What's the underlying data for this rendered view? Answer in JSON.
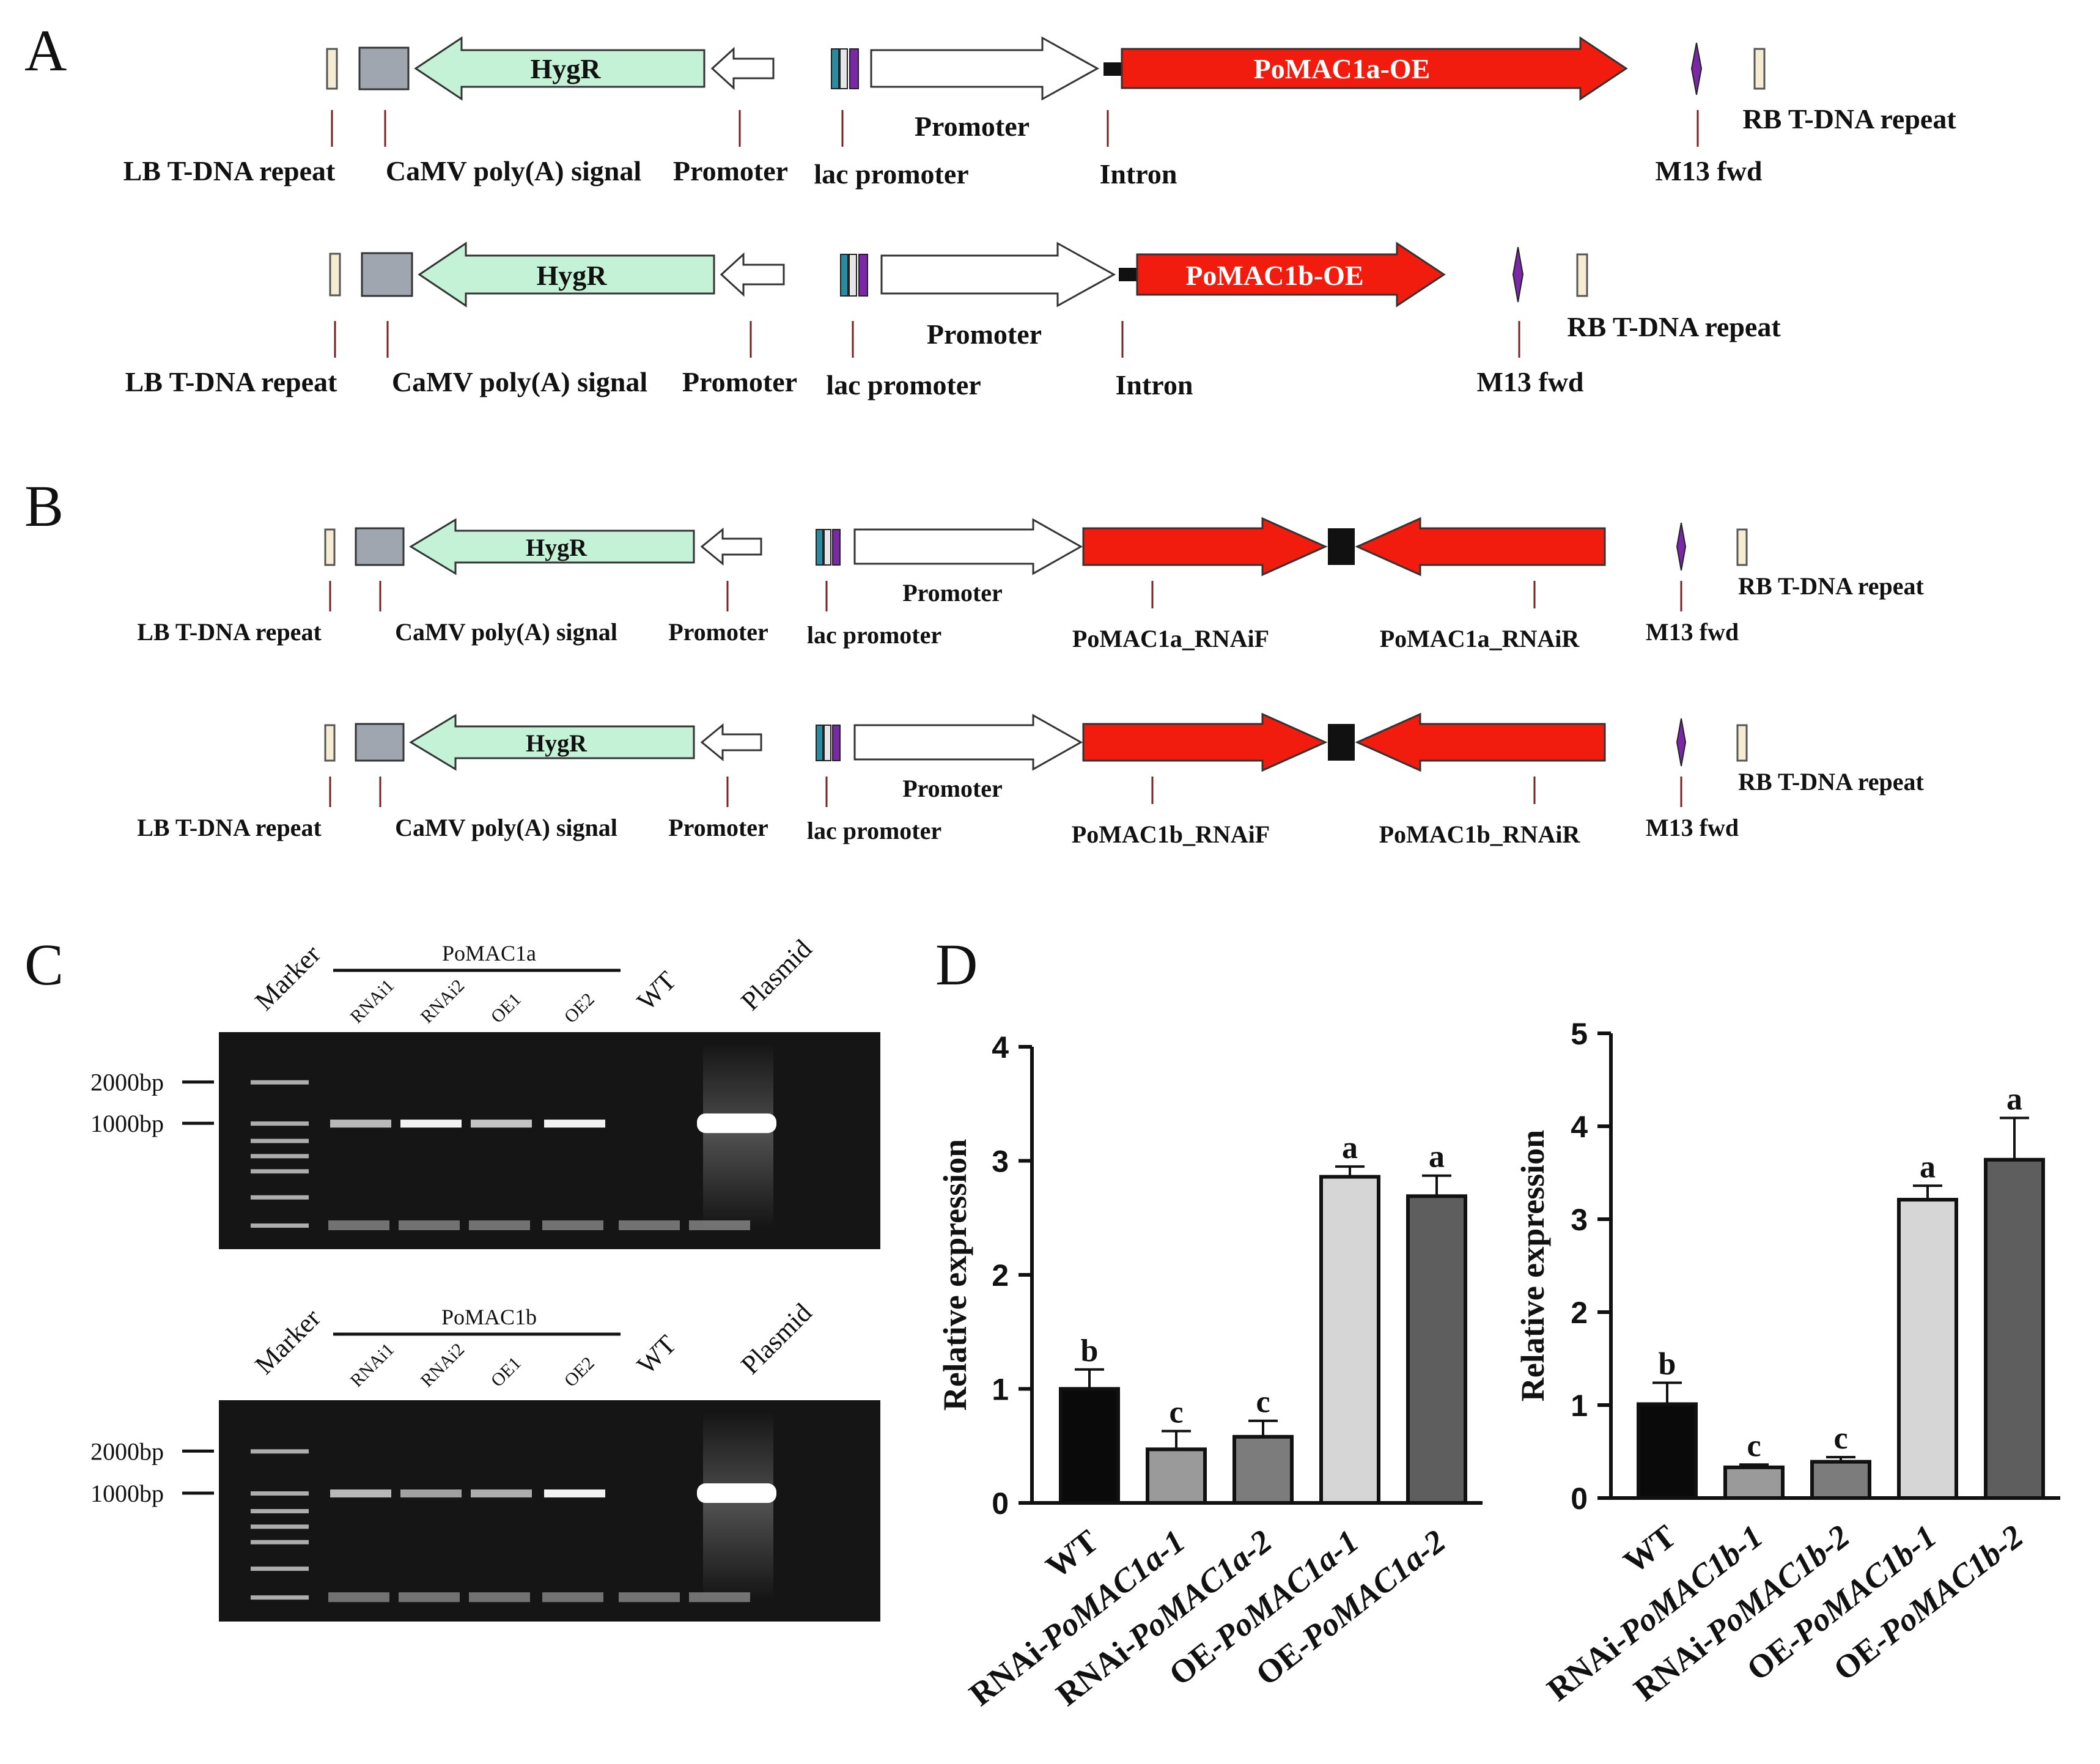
{
  "panels": {
    "A": "A",
    "B": "B",
    "C": "C",
    "D": "D"
  },
  "constructs": {
    "A1": {
      "hygr": "HygR",
      "gene": "PoMAC1a-OE",
      "labels": [
        "LB T-DNA repeat",
        "CaMV poly(A) signal",
        "Promoter",
        "lac promoter",
        "Promoter",
        "Intron",
        "M13 fwd",
        "RB T-DNA repeat"
      ]
    },
    "A2": {
      "hygr": "HygR",
      "gene": "PoMAC1b-OE",
      "labels": [
        "LB T-DNA repeat",
        "CaMV poly(A) signal",
        "Promoter",
        "lac promoter",
        "Promoter",
        "Intron",
        "M13 fwd",
        "RB T-DNA repeat"
      ]
    },
    "B1": {
      "hygr": "HygR",
      "labels": [
        "LB T-DNA repeat",
        "CaMV poly(A) signal",
        "Promoter",
        "lac promoter",
        "Promoter",
        "PoMAC1a_RNAiF",
        "PoMAC1a_RNAiR",
        "M13 fwd",
        "RB T-DNA repeat"
      ]
    },
    "B2": {
      "hygr": "HygR",
      "labels": [
        "LB T-DNA repeat",
        "CaMV poly(A) signal",
        "Promoter",
        "lac promoter",
        "Promoter",
        "PoMAC1b_RNAiF",
        "PoMAC1b_RNAiR",
        "M13 fwd",
        "RB T-DNA repeat"
      ]
    }
  },
  "gels": [
    {
      "group": "PoMAC1a",
      "lanes": [
        "Marker",
        "RNAi1",
        "RNAi2",
        "OE1",
        "OE2",
        "WT",
        "Plasmid"
      ],
      "sizes": [
        "2000bp",
        "1000bp"
      ]
    },
    {
      "group": "PoMAC1b",
      "lanes": [
        "Marker",
        "RNAi1",
        "RNAi2",
        "OE1",
        "OE2",
        "WT",
        "Plasmid"
      ],
      "sizes": [
        "2000bp",
        "1000bp"
      ]
    }
  ],
  "chart_data": [
    {
      "type": "bar",
      "ylabel": "Relative expression",
      "ylim": [
        0,
        4
      ],
      "yticks": [
        0,
        1,
        2,
        3,
        4
      ],
      "categories": [
        "WT",
        "RNAi-PoMAC1a-1",
        "RNAi-PoMAC1a-2",
        "OE-PoMAC1a-1",
        "OE-PoMAC1a-2"
      ],
      "category_parts": [
        [
          "WT",
          ""
        ],
        [
          "RNAi-",
          "PoMAC1a-1"
        ],
        [
          "RNAi-",
          "PoMAC1a-2"
        ],
        [
          "OE-",
          "PoMAC1a-1"
        ],
        [
          "OE-",
          "PoMAC1a-2"
        ]
      ],
      "values": [
        1.0,
        0.47,
        0.58,
        2.86,
        2.69
      ],
      "errors": [
        0.17,
        0.16,
        0.14,
        0.09,
        0.18
      ],
      "significance": [
        "b",
        "c",
        "c",
        "a",
        "a"
      ],
      "colors": [
        "#0a0a0a",
        "#9a9a9a",
        "#7c7c7c",
        "#d6d6d6",
        "#5e5e5e"
      ]
    },
    {
      "type": "bar",
      "ylabel": "Relative expression",
      "ylim": [
        0,
        5
      ],
      "yticks": [
        0,
        1,
        2,
        3,
        4,
        5
      ],
      "categories": [
        "WT",
        "RNAi-PoMAC1b-1",
        "RNAi-PoMAC1b-2",
        "OE-PoMAC1b-1",
        "OE-PoMAC1b-2"
      ],
      "category_parts": [
        [
          "WT",
          ""
        ],
        [
          "RNAi-",
          "PoMAC1b-1"
        ],
        [
          "RNAi-",
          "PoMAC1b-2"
        ],
        [
          "OE-",
          "PoMAC1b-1"
        ],
        [
          "OE-",
          "PoMAC1b-2"
        ]
      ],
      "values": [
        1.01,
        0.33,
        0.39,
        3.21,
        3.64
      ],
      "errors": [
        0.23,
        0.03,
        0.05,
        0.15,
        0.45
      ],
      "significance": [
        "b",
        "c",
        "c",
        "a",
        "a"
      ],
      "colors": [
        "#0a0a0a",
        "#9a9a9a",
        "#7c7c7c",
        "#d6d6d6",
        "#5e5e5e"
      ]
    }
  ]
}
